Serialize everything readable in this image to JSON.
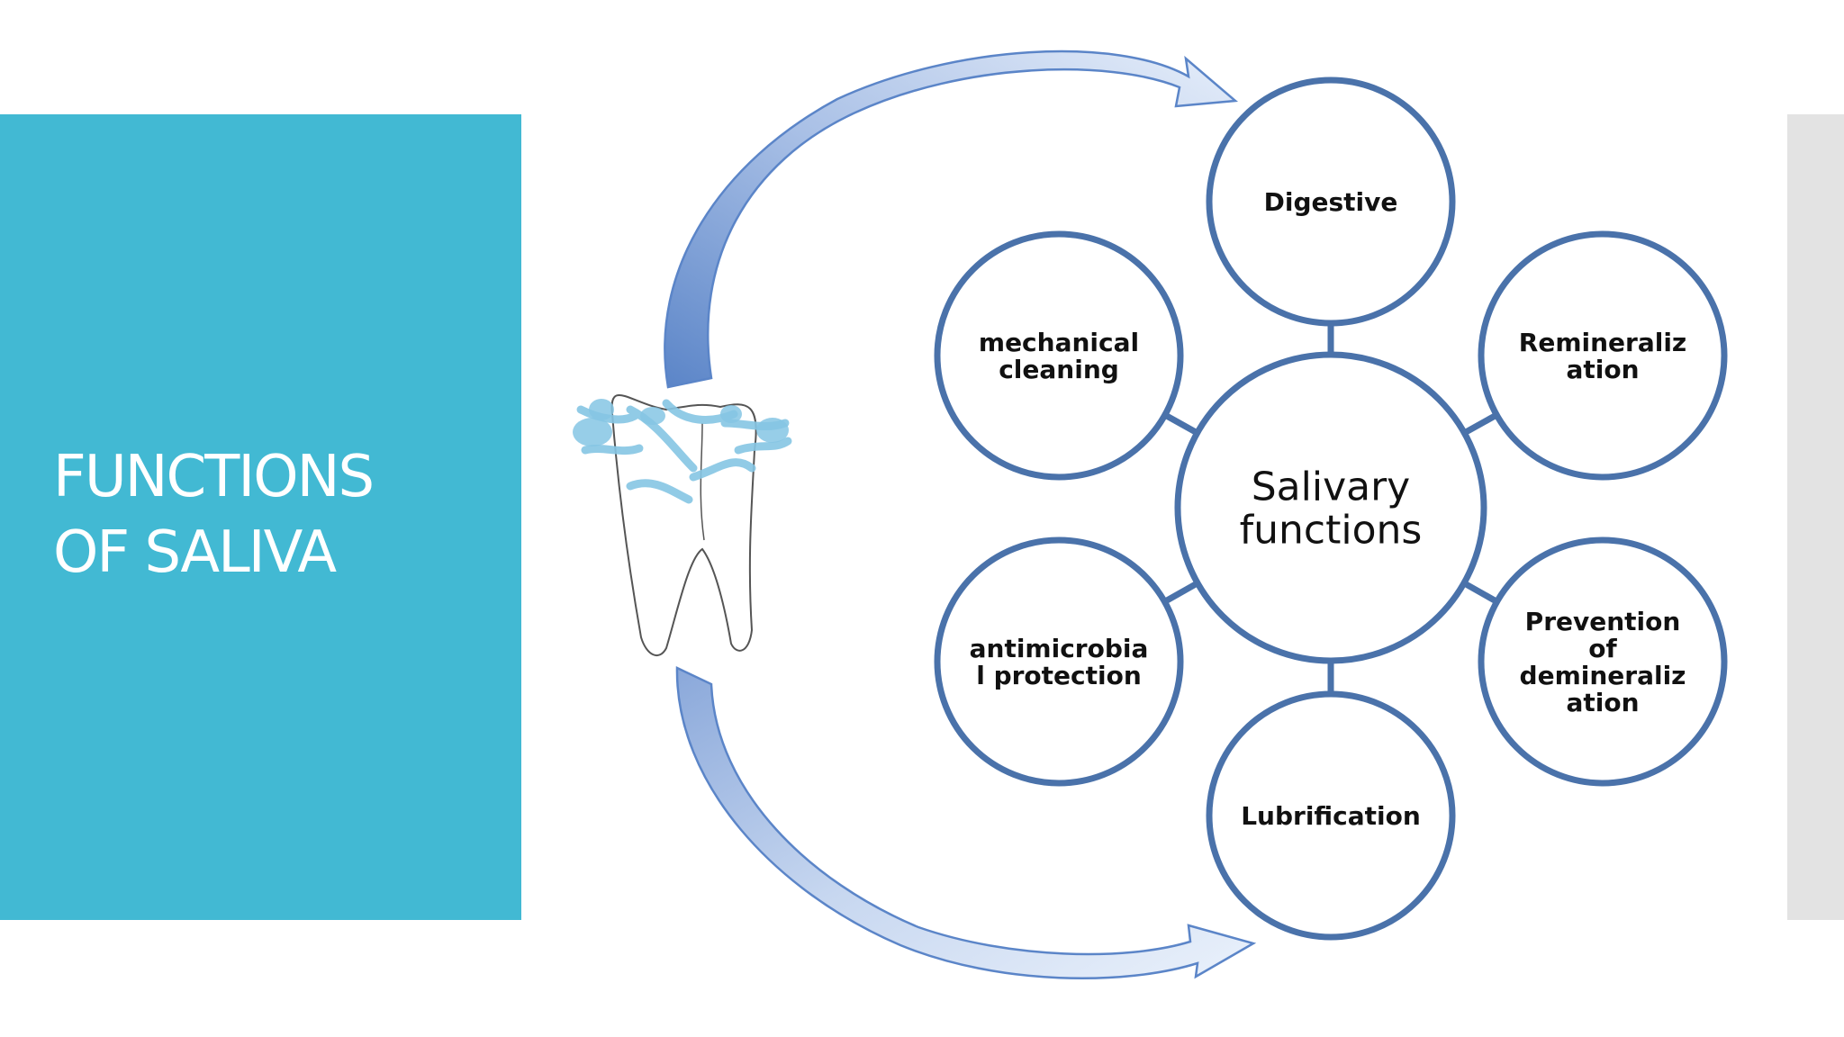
{
  "slide": {
    "title_lines": [
      "FUNCTIONS",
      "OF SALIVA"
    ]
  },
  "colors": {
    "title_panel": "#42b9d3",
    "right_strip": "#e3e3e3",
    "circle_stroke": "#4a72aa",
    "arrow_fill_light": "#dbe6f6",
    "arrow_fill_dark": "#5b85c8",
    "water_blue": "#86c6e4"
  },
  "diagram": {
    "hub": {
      "lines": [
        "Salivary",
        "functions"
      ]
    },
    "nodes": [
      {
        "id": "digestive",
        "lines": [
          "Digestive"
        ]
      },
      {
        "id": "remineralization",
        "lines": [
          "Remineraliz",
          "ation"
        ]
      },
      {
        "id": "prevention",
        "lines": [
          "Prevention",
          "of",
          "demineraliz",
          "ation"
        ]
      },
      {
        "id": "lubrification",
        "lines": [
          "Lubrification"
        ]
      },
      {
        "id": "antimicrobial",
        "lines": [
          "antimicrobia",
          "l protection"
        ]
      },
      {
        "id": "mechanical",
        "lines": [
          "mechanical",
          "cleaning"
        ]
      }
    ]
  }
}
